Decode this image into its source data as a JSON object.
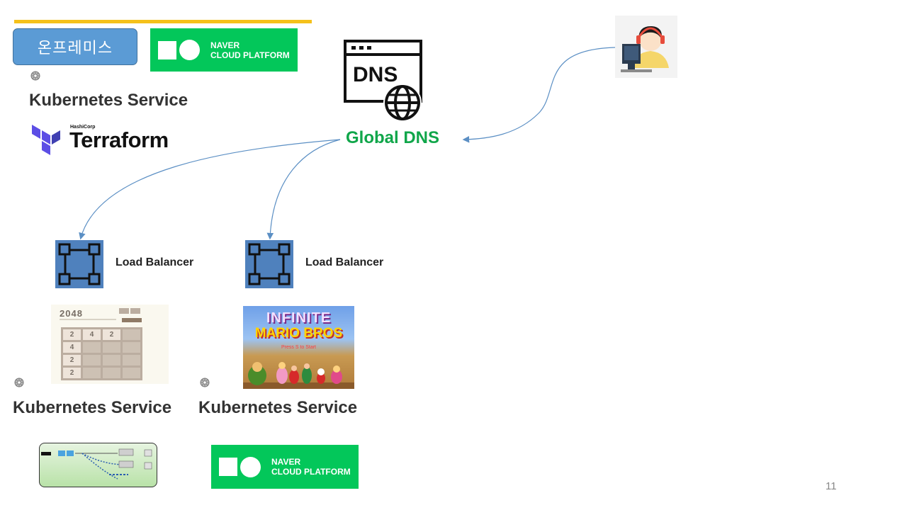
{
  "slide": {
    "onprem_label": "온프레미스",
    "page_number": "11"
  },
  "ncp_logo": {
    "line1": "NAVER",
    "line2": "CLOUD PLATFORM"
  },
  "kubernetes_label": "Kubernetes Service",
  "terraform": {
    "vendor": "HashiCorp",
    "name": "Terraform"
  },
  "dns": {
    "icon_text": "DNS",
    "label": "Global DNS"
  },
  "load_balancer_label": "Load Balancer",
  "game_2048": {
    "title": "2048",
    "cells": [
      "2",
      "4",
      "2",
      "",
      "4",
      "",
      "",
      "",
      "2",
      "",
      "",
      "",
      "2",
      "",
      "",
      ""
    ]
  },
  "mario": {
    "line1": "INFINITE",
    "line2": "MARIO BROS",
    "line3": "Press S to Start"
  },
  "colors": {
    "accent_bar": "#f5c11a",
    "onprem_button": "#5b9bd5",
    "naver_green": "#03c75a",
    "global_dns_text": "#10a64a",
    "load_balancer": "#4f81bd",
    "arrow": "#5b8fc4"
  }
}
